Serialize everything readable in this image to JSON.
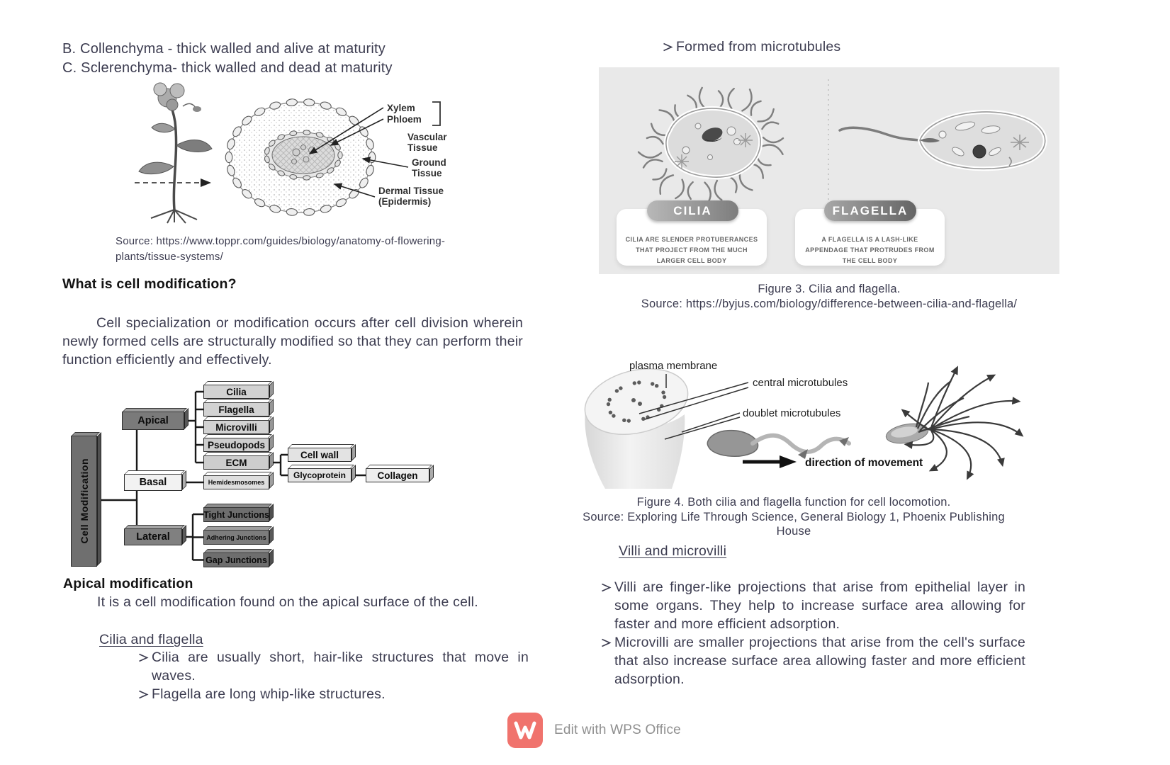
{
  "colors": {
    "logo_accent": "#f0736d",
    "panel_bg": "#e9e9e9",
    "body_text": "#3c3c50"
  },
  "left": {
    "intro": [
      "B. Collenchyma - thick walled and alive at maturity",
      "C. Sclerenchyma- thick walled and dead at maturity"
    ],
    "plant_figure": {
      "xylem": "Xylem",
      "phloem": "Phloem",
      "vascular1": "Vascular",
      "vascular2": "Tissue",
      "ground1": "Ground",
      "ground2": "Tissue",
      "dermal1": "Dermal Tissue",
      "dermal2": "(Epidermis)",
      "source1": "Source: https://www.toppr.com/guides/biology/anatomy-of-flowering-",
      "source2": "plants/tissue-systems/"
    },
    "heading": "What is cell modification?",
    "paragraph": "Cell specialization or modification occurs after cell division wherein newly formed cells are structurally modified so that they can perform their function efficiently and effectively.",
    "diagram": {
      "root": "Cell Modification",
      "apical": "Apical",
      "basal": "Basal",
      "lateral": "Lateral",
      "cilia": "Cilia",
      "flagella": "Flagella",
      "microvilli": "Microvilli",
      "pseudopods": "Pseudopods",
      "ecm": "ECM",
      "hemidesmosomes": "Hemidesmosomes",
      "tight": "Tight Junctions",
      "adhering": "Adhering Junctions",
      "gap": "Gap Junctions",
      "cell_wall": "Cell wall",
      "glycoprotein": "Glycoprotein",
      "collagen": "Collagen"
    },
    "apical_section": {
      "heading": "Apical modification",
      "body": "It is a cell modification found on the apical surface of the cell.",
      "subheading": "Cilia and flagella",
      "bullets": [
        "Cilia are usually short, hair-like structures that move in waves.",
        "Flagella are long whip-like structures."
      ]
    }
  },
  "right": {
    "bullet_top": "Formed from microtubules",
    "figure3": {
      "cilia_title": "CILIA",
      "cilia_desc": "CILIA ARE SLENDER PROTUBERANCES THAT PROJECT FROM THE MUCH LARGER CELL BODY",
      "flagella_title": "FLAGELLA",
      "flagella_desc": "A FLAGELLA IS A LASH-LIKE APPENDAGE THAT PROTRUDES FROM THE CELL BODY",
      "caption": "Figure 3. Cilia and flagella.",
      "source": "Source: https://byjus.com/biology/difference-between-cilia-and-flagella/"
    },
    "figure4": {
      "label_plasma": "plasma membrane",
      "label_central": "central microtubules",
      "label_doublet": "doublet microtubules",
      "label_direction": "direction of movement",
      "caption": "Figure 4. Both cilia and flagella function for cell locomotion.",
      "source": "Source: Exploring Life Through Science, General Biology 1, Phoenix Publishing House"
    },
    "villi": {
      "heading": "Villi and microvilli",
      "bullets": [
        "Villi are finger-like projections that arise from epithelial layer in some organs. They help to increase surface area allowing for faster and more efficient adsorption.",
        "Microvilli are smaller projections that arise from the cell's surface that also increase surface area allowing faster and more efficient adsorption."
      ]
    }
  },
  "footer": {
    "wps_label": "Edit with WPS Office"
  }
}
